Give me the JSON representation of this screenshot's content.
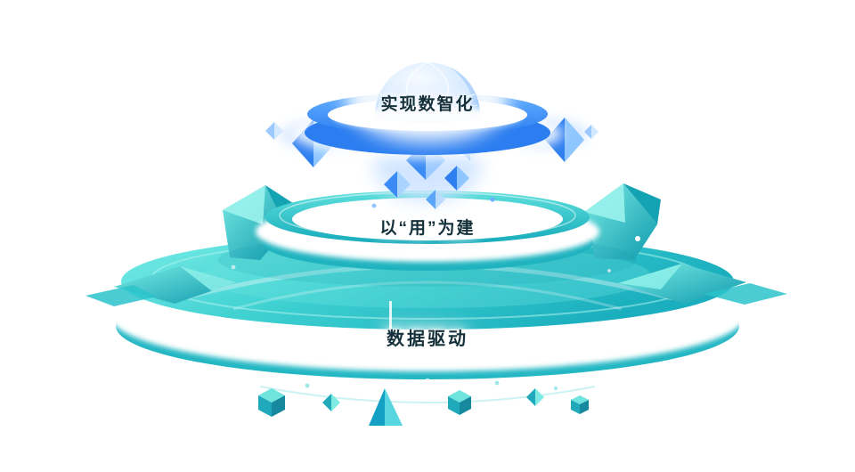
{
  "diagram": {
    "type": "layered-pyramid",
    "tiers": [
      {
        "id": "top",
        "label": "实现数智化",
        "color": "#2b7df0"
      },
      {
        "id": "middle",
        "label": "以“用”为建",
        "color": "#1fb3bf"
      },
      {
        "id": "bottom",
        "label": "数据驱动",
        "color": "#23b7c3"
      }
    ],
    "icons": [
      {
        "name": "globe-dome-icon",
        "shape": "hemisphere-globe"
      },
      {
        "name": "blue-crystal-left-icon",
        "shape": "diamond-shard"
      },
      {
        "name": "blue-crystal-right-icon",
        "shape": "diamond-shard"
      },
      {
        "name": "data-stream-diamonds",
        "shape": "diamond-cluster"
      },
      {
        "name": "crystal-left-icon",
        "shape": "faceted-crystal"
      },
      {
        "name": "crystal-right-icon",
        "shape": "faceted-crystal"
      },
      {
        "name": "cube-icon",
        "shape": "isometric-cube"
      },
      {
        "name": "triangle-icon",
        "shape": "triangle-shard"
      }
    ],
    "colors": {
      "blue": "#2b7df0",
      "light_blue": "#9ccaff",
      "teal": "#1fb3bf",
      "light_teal": "#6fe3de",
      "white": "#ffffff",
      "text": "#14303a"
    }
  }
}
